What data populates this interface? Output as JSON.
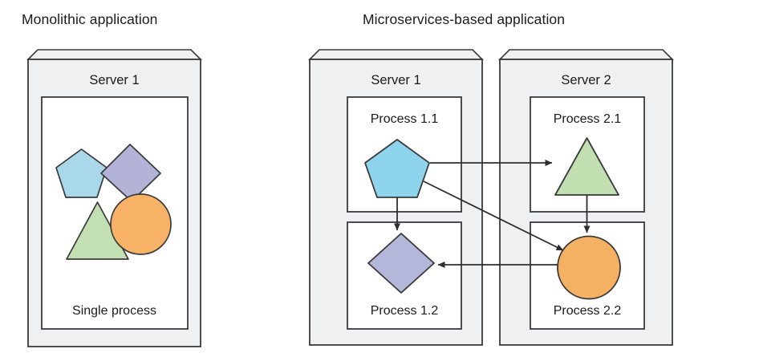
{
  "figure": {
    "background": "#ffffff",
    "stroke": "#3a3a3a",
    "server_fill": "#eef0f2",
    "process_fill": "#ffffff"
  },
  "panels": [
    {
      "id": "monolithic",
      "title": "Monolithic application",
      "servers": [
        {
          "id": "mono-server-1",
          "label": "Server 1",
          "processes": [
            {
              "id": "mono-process-single",
              "label": "Single process",
              "shapes": [
                {
                  "id": "pentagon",
                  "name": "pentagon-shape",
                  "color": "#a8d8ea"
                },
                {
                  "id": "diamond",
                  "name": "diamond-shape",
                  "color": "#b3b3d8"
                },
                {
                  "id": "triangle",
                  "name": "triangle-shape",
                  "color": "#c3e0b4"
                },
                {
                  "id": "circle",
                  "name": "circle-shape",
                  "color": "#f7b267"
                }
              ]
            }
          ]
        }
      ]
    },
    {
      "id": "microservices",
      "title": "Microservices-based application",
      "servers": [
        {
          "id": "micro-server-1",
          "label": "Server 1",
          "processes": [
            {
              "id": "process-1-1",
              "label": "Process 1.1",
              "shape": "pentagon",
              "color": "#8ed4ec"
            },
            {
              "id": "process-1-2",
              "label": "Process 1.2",
              "shape": "diamond",
              "color": "#b3b8da"
            }
          ]
        },
        {
          "id": "micro-server-2",
          "label": "Server 2",
          "processes": [
            {
              "id": "process-2-1",
              "label": "Process 2.1",
              "shape": "triangle",
              "color": "#c2dfb2"
            },
            {
              "id": "process-2-2",
              "label": "Process 2.2",
              "shape": "circle",
              "color": "#f5b163"
            }
          ]
        }
      ],
      "connections": [
        {
          "id": "conn-1",
          "from": "process-1-1",
          "to": "process-2-1",
          "style": "horizontal-arrow"
        },
        {
          "id": "conn-2",
          "from": "process-1-1",
          "to": "process-2-2",
          "style": "diagonal-arrow"
        },
        {
          "id": "conn-3",
          "from": "process-1-1",
          "to": "process-1-2",
          "style": "vertical-arrow"
        },
        {
          "id": "conn-4",
          "from": "process-2-1",
          "to": "process-2-2",
          "style": "vertical-arrow"
        },
        {
          "id": "conn-5",
          "from": "process-2-2",
          "to": "process-1-2",
          "style": "horizontal-arrow-left"
        }
      ]
    }
  ],
  "shape_colors": {
    "pentagon": "#9ed7ea",
    "diamond": "#b3b8da",
    "triangle": "#c3e0b4",
    "circle": "#f7b267",
    "outline": "#3a3a3a"
  }
}
